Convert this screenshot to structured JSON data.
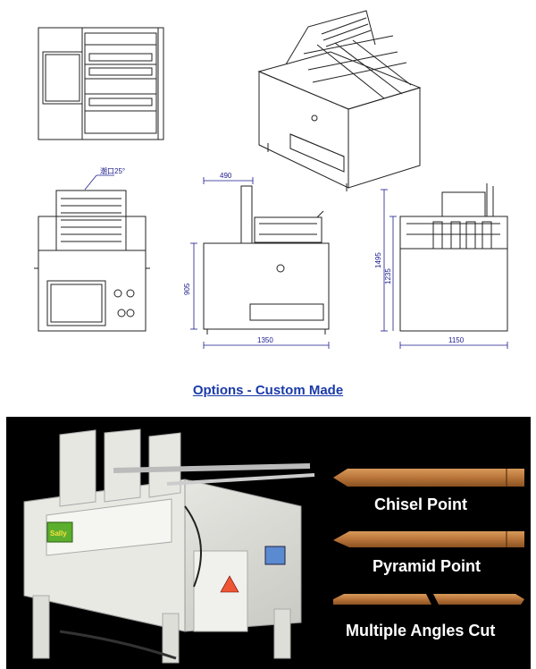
{
  "drawings": {
    "top_label": "潮口25°",
    "side": {
      "top_dim": "490",
      "height_dim": "905",
      "width_dim": "1350"
    },
    "front": {
      "height_outer": "1495",
      "height_inner": "1235",
      "width_dim": "1150"
    }
  },
  "options_link": "Options - Custom Made",
  "photo": {
    "brand": "Sally",
    "labels": [
      "Chisel Point",
      "Pyramid Point",
      "Multiple Angles Cut"
    ]
  }
}
